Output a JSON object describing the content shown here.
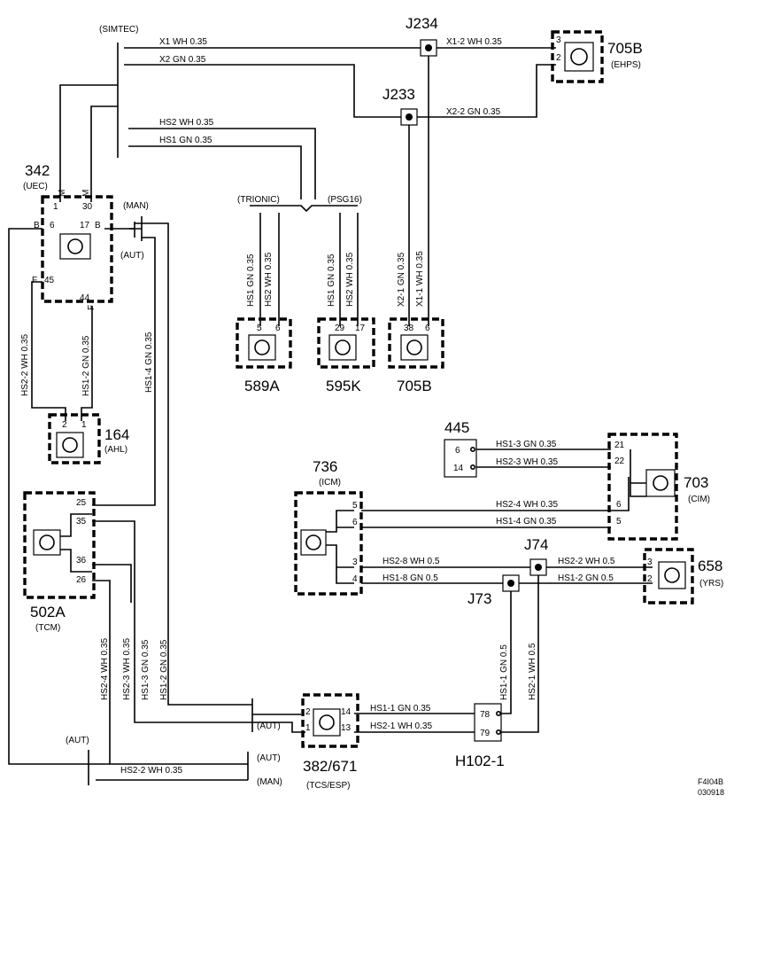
{
  "labels": {
    "simtec": "(SIMTEC)",
    "trionic": "(TRIONIC)",
    "psg16": "(PSG16)",
    "man1": "(MAN)",
    "aut1": "(AUT)",
    "aut2": "(AUT)",
    "aut3": "(AUT)",
    "aut4": "(AUT)",
    "man2": "(MAN)"
  },
  "components": {
    "c342": {
      "id": "342",
      "name": "(UEC)"
    },
    "c164": {
      "id": "164",
      "name": "(AHL)"
    },
    "c502a": {
      "id": "502A",
      "name": "(TCM)"
    },
    "c589a": {
      "id": "589A"
    },
    "c595k": {
      "id": "595K"
    },
    "c705b_bottom": {
      "id": "705B"
    },
    "c705b_top": {
      "id": "705B",
      "name": "(EHPS)"
    },
    "c445": {
      "id": "445"
    },
    "c736": {
      "id": "736",
      "name": "(ICM)"
    },
    "c703": {
      "id": "703",
      "name": "(CIM)"
    },
    "c658": {
      "id": "658",
      "name": "(YRS)"
    },
    "c382": {
      "id": "382/671",
      "name": "(TCS/ESP)"
    },
    "h102": {
      "id": "H102-1"
    }
  },
  "junctions": {
    "j234": "J234",
    "j233": "J233",
    "j74": "J74",
    "j73": "J73"
  },
  "wires": {
    "x1": "X1  WH  0.35",
    "x2": "X2  GN  0.35",
    "x1_2": "X1-2  WH  0.35",
    "x2_2": "X2-2  GN  0.35",
    "hs2_top": "HS2  WH  0.35",
    "hs1_top": "HS1  GN  0.35",
    "v_hs1_589": "HS1  GN  0.35",
    "v_hs2_589": "HS2  WH  0.35",
    "v_hs1_595": "HS1  GN  0.35",
    "v_hs2_595": "HS2  WH  0.35",
    "v_x2_1": "X2-1  GN  0.35",
    "v_x1_1": "X1-1  WH  0.35",
    "v_hs2_2": "HS2-2  WH  0.35",
    "v_hs1_2": "HS1-2  GN  0.35",
    "v_hs1_4": "HS1-4  GN  0.35",
    "hs1_3": "HS1-3  GN  0.35",
    "hs2_3": "HS2-3  WH  0.35",
    "hs2_4": "HS2-4  WH  0.35",
    "hs1_4": "HS1-4  GN  0.35",
    "hs2_8": "HS2-8  WH  0.5",
    "hs1_8": "HS1-8  GN  0.5",
    "hs2_2_658": "HS2-2  WH  0.5",
    "hs1_2_658": "HS1-2  GN  0.5",
    "v_hs1_1": "HS1-1  GN  0.5",
    "v_hs2_1": "HS2-1  WH  0.5",
    "v_hs2_4": "HS2-4  WH  0.35",
    "v_hs2_3": "HS2-3  WH  0.35",
    "v_hs1_3": "HS1-3  GN  0.35",
    "v_hs1_2b": "HS1-2  GN  0.35",
    "hs1_1": "HS1-1  GN  0.35",
    "hs2_1": "HS2-1  WH  0.35",
    "hs2_2_bot": "HS2-2  WH  0.35"
  },
  "pins": {
    "p342_1": "1",
    "p342_30": "30",
    "p342_m1": "M",
    "p342_m2": "M",
    "p342_b1": "B",
    "p342_6": "6",
    "p342_17": "17",
    "p342_b2": "B",
    "p342_f1": "F",
    "p342_45": "45",
    "p342_44": "44",
    "p342_f2": "F",
    "p164_2": "2",
    "p164_1": "1",
    "p589_5": "5",
    "p589_6": "6",
    "p595_29": "29",
    "p595_17": "17",
    "p705_38": "38",
    "p705_6": "6",
    "p705t_3": "3",
    "p705t_2": "2",
    "p445_6": "6",
    "p445_14": "14",
    "p703_21": "21",
    "p703_22": "22",
    "p703_6": "6",
    "p703_5": "5",
    "p736_5": "5",
    "p736_6": "6",
    "p736_3": "3",
    "p736_4": "4",
    "p658_3": "3",
    "p658_2": "2",
    "p502_25": "25",
    "p502_35": "35",
    "p502_36": "36",
    "p502_26": "26",
    "p382_2": "2",
    "p382_1": "1",
    "p382_14": "14",
    "p382_13": "13",
    "p102_78": "78",
    "p102_79": "79"
  },
  "footer": {
    "code": "F4I04B",
    "date": "030918"
  }
}
